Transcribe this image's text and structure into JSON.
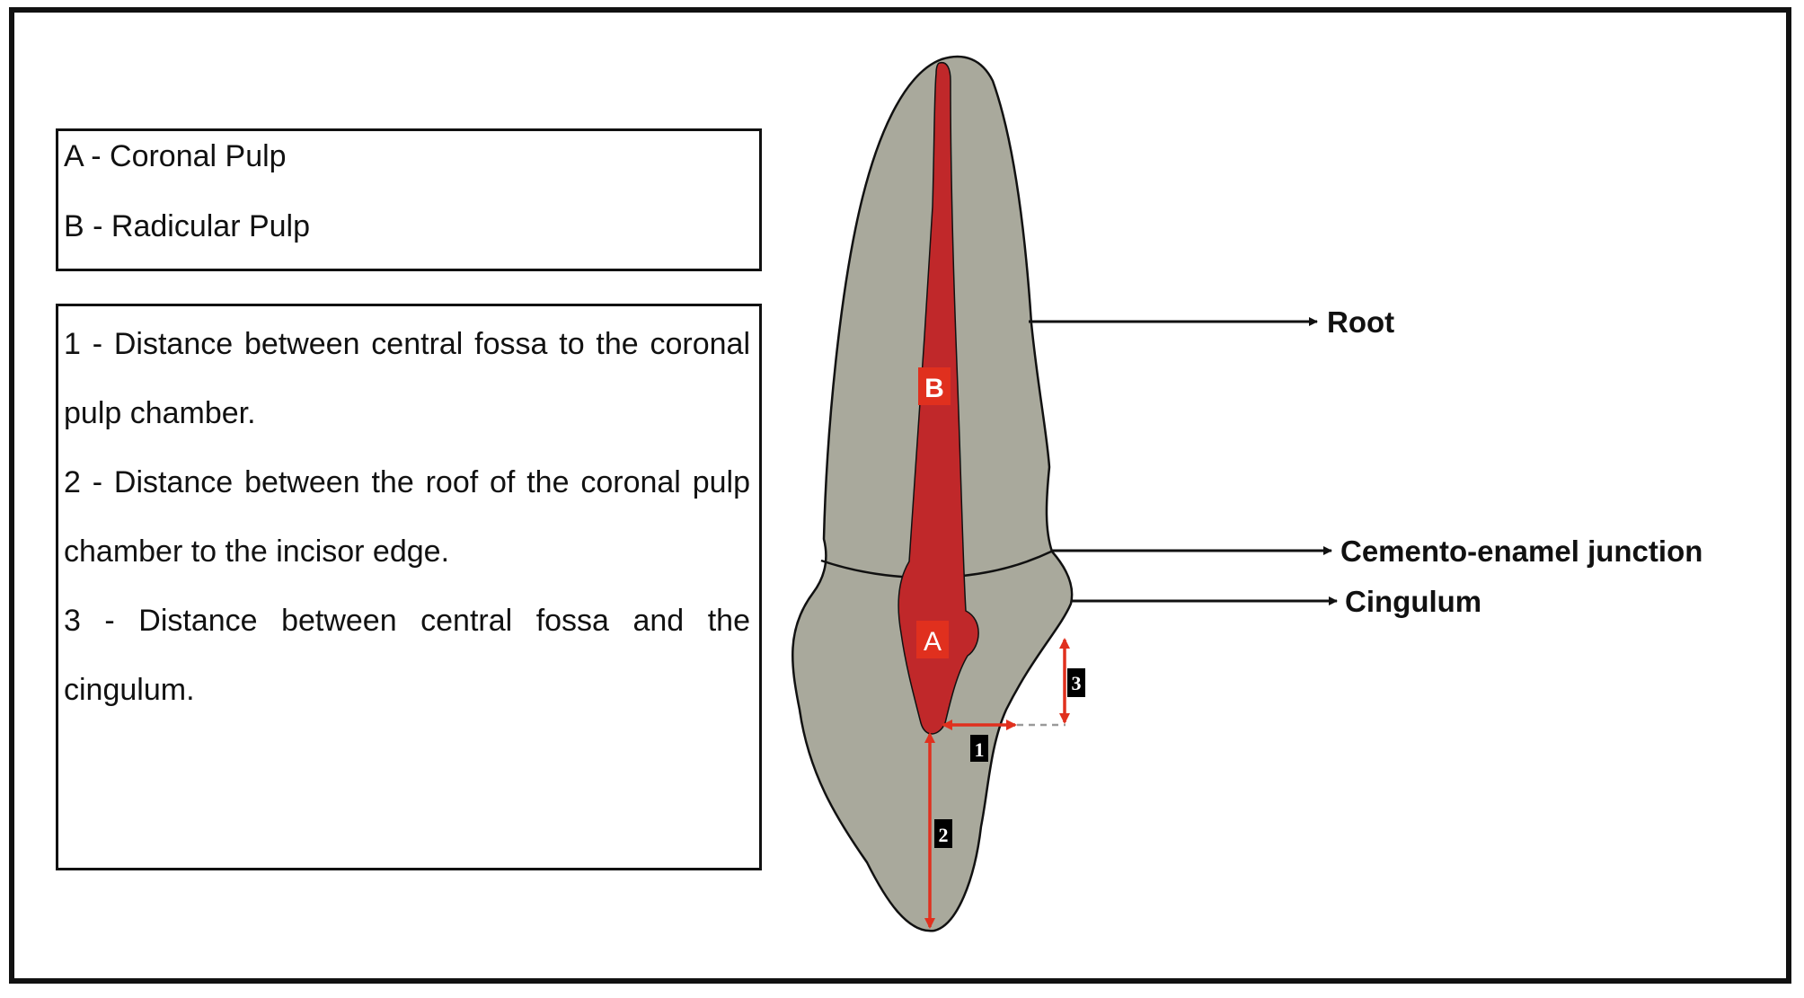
{
  "legend_pulp": {
    "items": [
      "A - Coronal Pulp",
      "B - Radicular Pulp"
    ]
  },
  "legend_measurements": {
    "items": [
      "1 - Distance between central fossa to the coronal pulp chamber.",
      "2 - Distance between the roof of the coronal pulp chamber to the incisor edge.",
      "3 - Distance between central fossa and the cingulum."
    ]
  },
  "diagram": {
    "pulp_labels": {
      "coronal": "A",
      "radicular": "B"
    },
    "measure_labels": [
      "1",
      "2",
      "3"
    ],
    "pointers": {
      "root": "Root",
      "cej": "Cemento-enamel junction",
      "cingulum": "Cingulum"
    },
    "colors": {
      "tooth": "#a9a99c",
      "pulp": "#c0282a",
      "label_box": "#e0301e",
      "measure_arrow": "#e0301e",
      "number_box": "#000000",
      "outline": "#111111"
    }
  }
}
